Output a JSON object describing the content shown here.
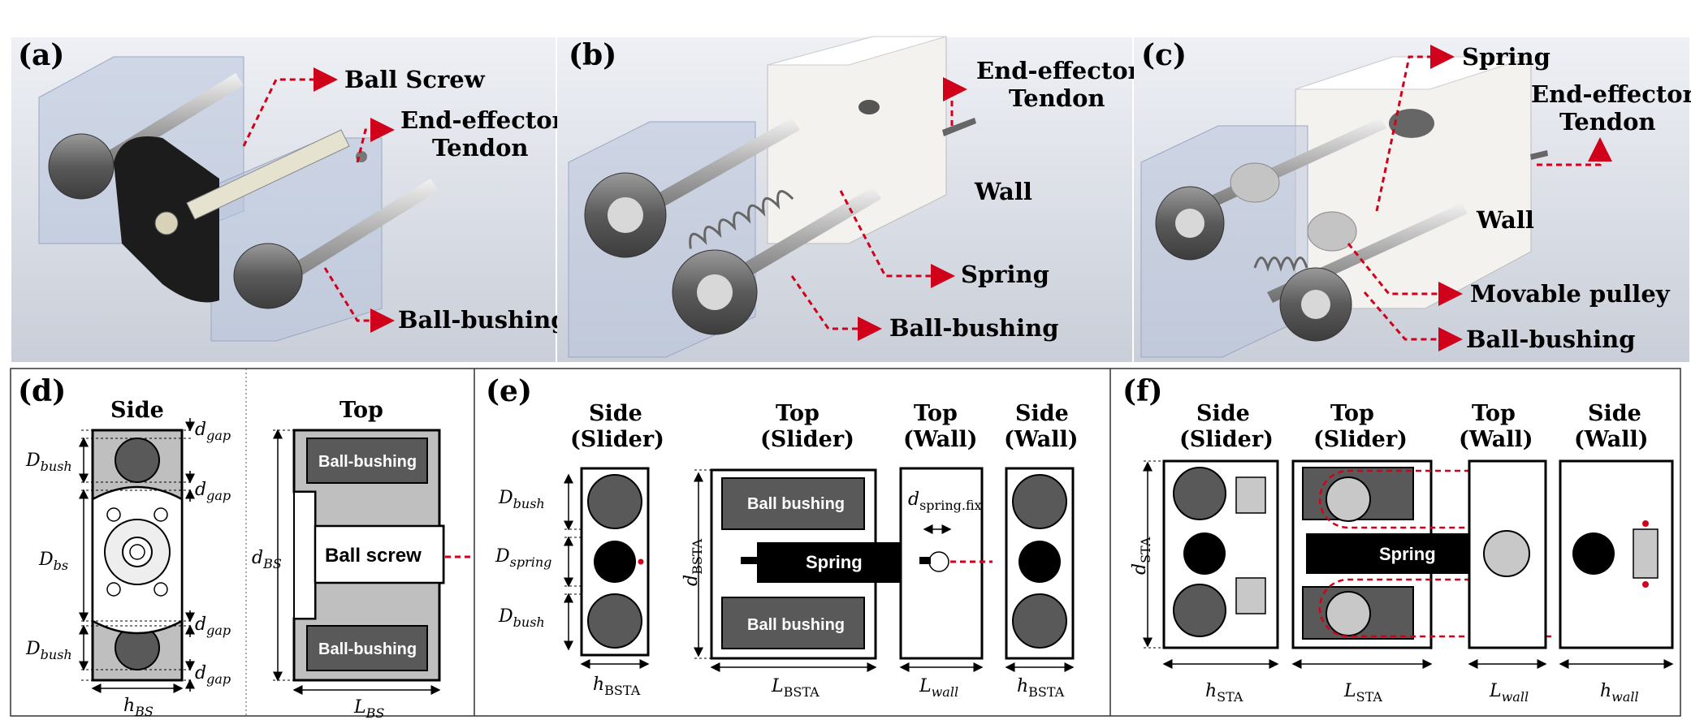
{
  "panels": {
    "a": {
      "letter": "(a)",
      "callouts": {
        "ball_screw": "Ball Screw",
        "tendon_1": "End-effector",
        "tendon_2": "Tendon",
        "bushing": "Ball-bushing"
      }
    },
    "b": {
      "letter": "(b)",
      "callouts": {
        "tendon_1": "End-effector",
        "tendon_2": "Tendon",
        "wall": "Wall",
        "spring": "Spring",
        "bushing": "Ball-bushing"
      }
    },
    "c": {
      "letter": "(c)",
      "callouts": {
        "spring": "Spring",
        "tendon_1": "End-effector",
        "tendon_2": "Tendon",
        "wall": "Wall",
        "pulley": "Movable pulley",
        "bushing": "Ball-bushing"
      }
    },
    "d": {
      "letter": "(d)",
      "side_title": "Side",
      "top_title": "Top",
      "bushing_label": "Ball-bushing",
      "screw_label": "Ball screw",
      "sym": {
        "D": "D",
        "d": "d",
        "h": "h",
        "L": "L",
        "bush": "bush",
        "gap": "gap",
        "bs": "bs",
        "BS": "BS"
      }
    },
    "e": {
      "letter": "(e)",
      "headers": [
        [
          "Side",
          "(Slider)"
        ],
        [
          "Top",
          "(Slider)"
        ],
        [
          "Top",
          "(Wall)"
        ],
        [
          "Side",
          "(Wall)"
        ]
      ],
      "bushing_label": "Ball bushing",
      "spring_label": "Spring",
      "sym": {
        "D": "D",
        "d": "d",
        "h": "h",
        "L": "L",
        "bush": "bush",
        "spring": "spring",
        "BSTA": "BSTA",
        "spring_fix": "spring.fix",
        "wall": "wall"
      }
    },
    "f": {
      "letter": "(f)",
      "headers": [
        [
          "Side",
          "(Slider)"
        ],
        [
          "Top",
          "(Slider)"
        ],
        [
          "Top",
          "(Wall)"
        ],
        [
          "Side",
          "(Wall)"
        ]
      ],
      "spring_label": "Spring",
      "sym": {
        "d": "d",
        "h": "h",
        "L": "L",
        "STA": "STA",
        "wall": "wall"
      }
    }
  },
  "colors": {
    "accent_red": "#d0021b",
    "render_bg": "#d3d8e2",
    "body_gray": "#bfbfbf",
    "dark_gray": "#595959",
    "bushing_fill": "#555555",
    "light_gray": "#c8c8c8"
  }
}
